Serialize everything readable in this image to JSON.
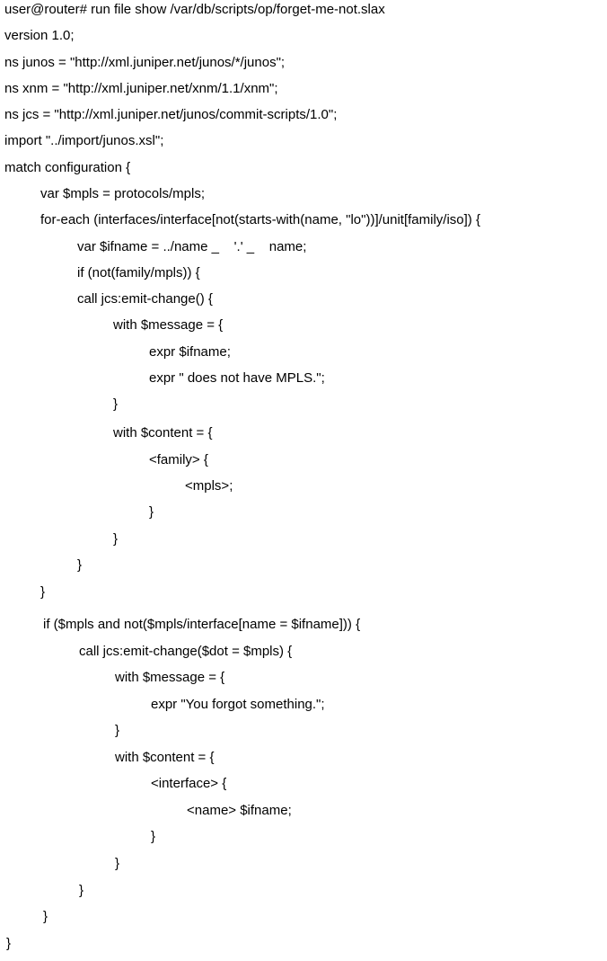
{
  "lines": [
    "user@router# run file show /var/db/scripts/op/forget-me-not.slax",
    "version 1.0;",
    "ns junos = \"http://xml.juniper.net/junos/*/junos\";",
    "ns xnm = \"http://xml.juniper.net/xnm/1.1/xnm\";",
    "ns jcs = \"http://xml.juniper.net/junos/commit-scripts/1.0\";",
    "import \"../import/junos.xsl\";",
    "match configuration {",
    "var $mpls = protocols/mpls;",
    "for-each (interfaces/interface[not(starts-with(name, \"lo\"))]/unit[family/iso]) {",
    "var $ifname = ../name _    '.' _    name;",
    "if (not(family/mpls)) {",
    "call jcs:emit-change() {",
    "with $message = {",
    "expr $ifname;",
    "expr \" does not have MPLS.\";",
    "}",
    "with $content = {",
    "<family> {",
    "<mpls>;",
    "}",
    "}",
    "}",
    "}",
    "if ($mpls and not($mpls/interface[name = $ifname])) {",
    "call jcs:emit-change($dot = $mpls) {",
    "with $message = {",
    "expr \"You forgot something.\";",
    "}",
    "with $content = {",
    "<interface> {",
    "<name> $ifname;",
    "}",
    "}",
    "}",
    "}",
    "}"
  ]
}
